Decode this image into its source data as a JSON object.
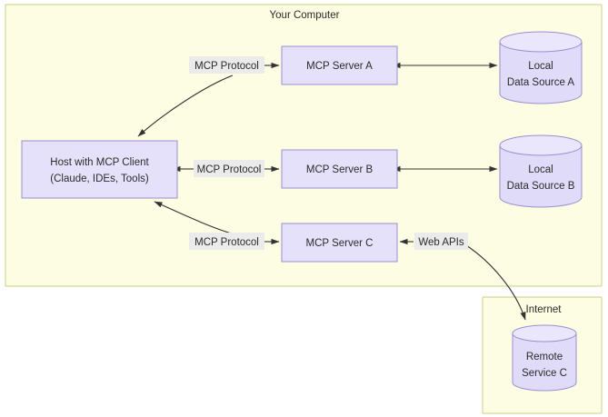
{
  "diagram": {
    "title_visible": false,
    "colors": {
      "container_fill": "#fdfde3",
      "container_stroke": "#d6d69b",
      "node_fill": "#e6e1fa",
      "node_stroke": "#9a8fd0",
      "cylinder_fill": "#e0dbf9",
      "cylinder_top_fill": "#eae6fc",
      "edge_stroke": "#333333",
      "label_background": "#ebebeb",
      "text_color": "#2b2b2b",
      "page_background": "#ffffff"
    },
    "containers": [
      {
        "id": "your-computer",
        "title": "Your Computer"
      },
      {
        "id": "internet",
        "title": "Internet"
      }
    ],
    "nodes": [
      {
        "id": "host",
        "shape": "rect",
        "line1": "Host with MCP Client",
        "line2": "(Claude, IDEs, Tools)"
      },
      {
        "id": "server-a",
        "shape": "rect",
        "line1": "MCP Server A",
        "line2": ""
      },
      {
        "id": "server-b",
        "shape": "rect",
        "line1": "MCP Server B",
        "line2": ""
      },
      {
        "id": "server-c",
        "shape": "rect",
        "line1": "MCP Server C",
        "line2": ""
      },
      {
        "id": "data-source-a",
        "shape": "cylinder",
        "line1": "Local",
        "line2": "Data Source A"
      },
      {
        "id": "data-source-b",
        "shape": "cylinder",
        "line1": "Local",
        "line2": "Data Source B"
      },
      {
        "id": "remote-service-c",
        "shape": "cylinder",
        "line1": "Remote",
        "line2": "Service C"
      }
    ],
    "edges": [
      {
        "id": "host-to-server-a",
        "label": "MCP Protocol",
        "from": "host",
        "to": "server-a",
        "style": "curved",
        "arrows": "both"
      },
      {
        "id": "host-to-server-b",
        "label": "MCP Protocol",
        "from": "host",
        "to": "server-b",
        "style": "straight",
        "arrows": "both"
      },
      {
        "id": "host-to-server-c",
        "label": "MCP Protocol",
        "from": "host",
        "to": "server-c",
        "style": "curved",
        "arrows": "both"
      },
      {
        "id": "server-a-to-data-a",
        "label": "",
        "from": "server-a",
        "to": "data-source-a",
        "style": "straight",
        "arrows": "both"
      },
      {
        "id": "server-b-to-data-b",
        "label": "",
        "from": "server-b",
        "to": "data-source-b",
        "style": "straight",
        "arrows": "both"
      },
      {
        "id": "server-c-to-remote-c",
        "label": "Web APIs",
        "from": "server-c",
        "to": "remote-service-c",
        "style": "curved",
        "arrows": "both"
      }
    ]
  }
}
